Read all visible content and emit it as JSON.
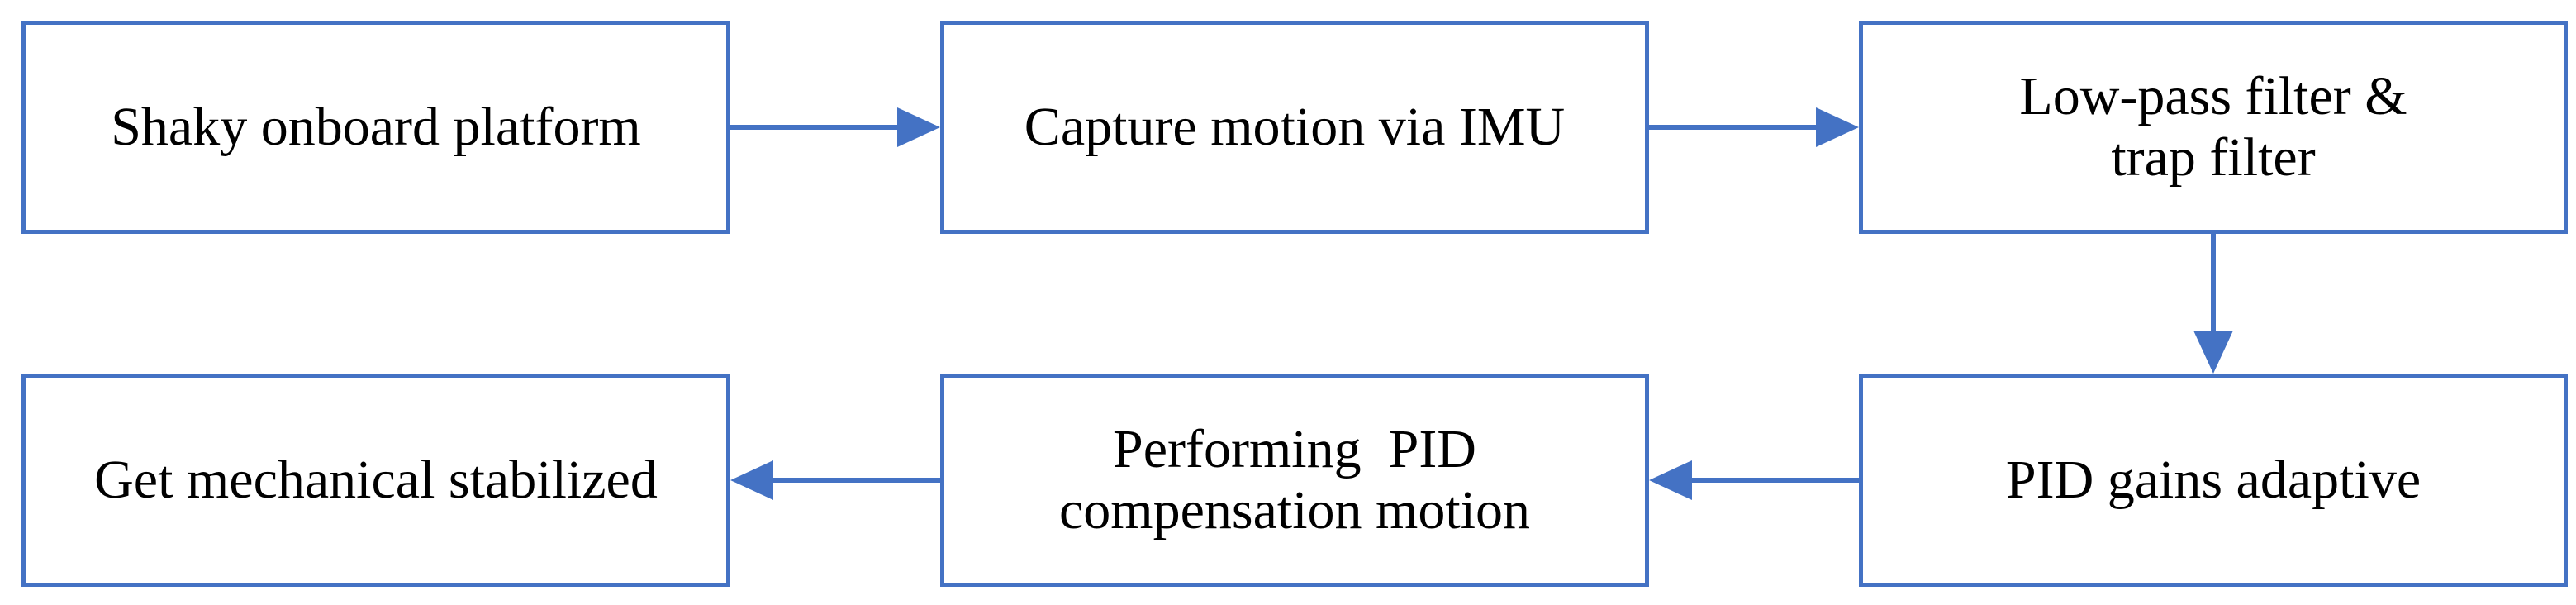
{
  "colors": {
    "node_border": "#4472c4",
    "arrow": "#4472c4",
    "text": "#000000",
    "background": "#ffffff"
  },
  "nodes": {
    "shaky_platform": "Shaky onboard platform",
    "capture_motion": "Capture motion via IMU",
    "filters": "Low-pass filter &\ntrap filter",
    "pid_gains": "PID gains adaptive",
    "pid_compensation": "Performing  PID\ncompensation motion",
    "stabilized": "Get mechanical stabilized"
  },
  "edges": [
    {
      "from": "shaky_platform",
      "to": "capture_motion"
    },
    {
      "from": "capture_motion",
      "to": "filters"
    },
    {
      "from": "filters",
      "to": "pid_gains"
    },
    {
      "from": "pid_gains",
      "to": "pid_compensation"
    },
    {
      "from": "pid_compensation",
      "to": "stabilized"
    }
  ]
}
